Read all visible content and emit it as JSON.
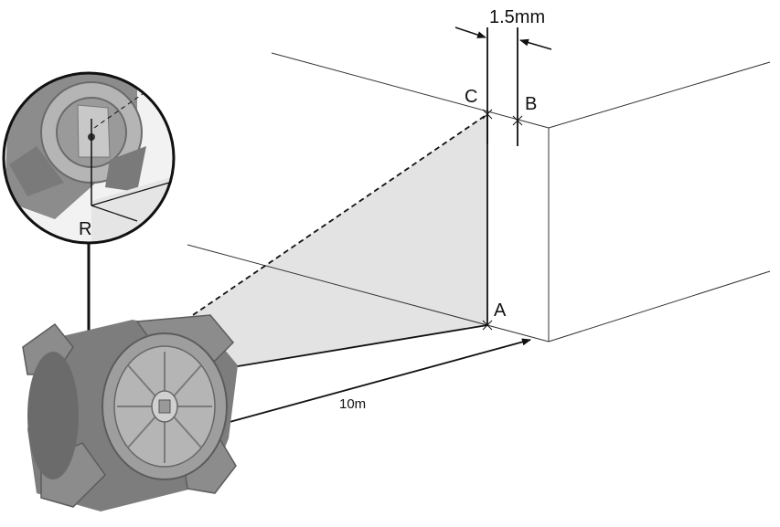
{
  "labels": {
    "offset": "1.5mm",
    "point_c": "C",
    "point_b": "B",
    "point_a": "A",
    "pivot_r": "R",
    "distance": "10m"
  },
  "colors": {
    "line": "#111111",
    "thin_line": "#333333",
    "beam_fill": "#e3e3e3",
    "device_dark": "#6b6b6b",
    "device_mid": "#8c8c8c",
    "device_light": "#b5b5b5"
  }
}
